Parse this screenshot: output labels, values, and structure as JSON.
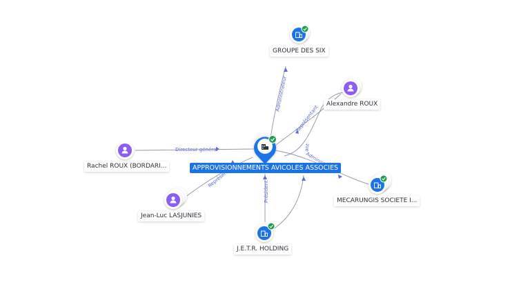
{
  "colors": {
    "company": "#1a73e8",
    "person": "#8b5cf6",
    "verified": "#1e9e4a",
    "edge": "#8c94a8",
    "edge_label": "#5a6bd6"
  },
  "center": {
    "label": "APPROVISIONNEMENTS AVICOLES ASSOCIES",
    "icon": "building-icon"
  },
  "nodes": {
    "groupe": {
      "label": "GROUPE DES SIX",
      "icon": "building-icon",
      "verified": true
    },
    "alexandre": {
      "label": "Alexandre ROUX",
      "icon": "person-icon"
    },
    "rachel": {
      "label": "Rachel ROUX (BORDARI...",
      "icon": "person-icon"
    },
    "jeanluc": {
      "label": "Jean-Luc LASJUNIES",
      "icon": "person-icon"
    },
    "mecarungis": {
      "label": "MECARUNGIS SOCIETE I...",
      "icon": "building-icon",
      "verified": true
    },
    "jetr": {
      "label": "J.E.T.R. HOLDING",
      "icon": "building-icon",
      "verified": true
    }
  },
  "edges": {
    "groupe": "Administrateur",
    "alexandre": "Représentant",
    "rachel": "Directeur général",
    "jeanluc": "Représentant",
    "mecarungis": "Administrateur",
    "mecarungis_secondary": "ant",
    "jetr": "Président"
  }
}
